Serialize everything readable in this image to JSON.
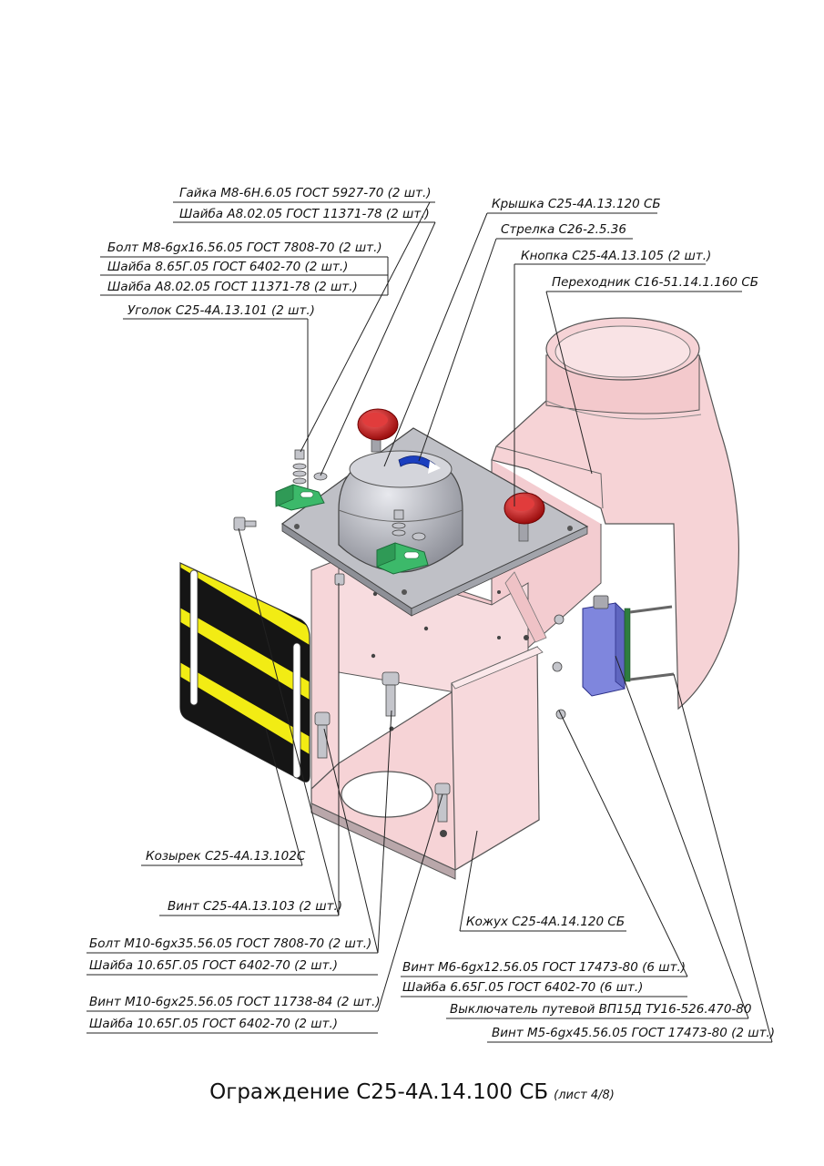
{
  "labels": {
    "gaika": "Гайка М8-6Н.6.05 ГОСТ 5927-70 (2 шт.)",
    "shaiba_a8_top": "Шайба А8.02.05 ГОСТ 11371-78 (2 шт.)",
    "bolt_m8": "Болт М8-6gх16.56.05 ГОСТ 7808-70 (2 шт.)",
    "shaiba_8": "Шайба 8.65Г.05 ГОСТ 6402-70 (2 шт.)",
    "shaiba_a8_bottom": "Шайба А8.02.05 ГОСТ 11371-78 (2 шт.)",
    "ugolok": "Уголок С25-4А.13.101 (2 шт.)",
    "kryshka": "Крышка С25-4А.13.120 СБ",
    "strelka": "Стрелка С26-2.5.36",
    "knopka": "Кнопка С25-4А.13.105 (2 шт.)",
    "perekhodnik": "Переходник С16-51.14.1.160 СБ",
    "kozyrek": "Козырек С25-4А.13.102С",
    "vint_103": "Винт С25-4А.13.103 (2 шт.)",
    "kozhukh": "Кожух С25-4А.14.120 СБ",
    "bolt_m10": "Болт М10-6gх35.56.05 ГОСТ 7808-70 (2 шт.)",
    "shaiba_10_a": "Шайба 10.65Г.05 ГОСТ 6402-70 (2 шт.)",
    "vint_m10": "Винт М10-6gх25.56.05 ГОСТ 11738-84 (2 шт.)",
    "shaiba_10_b": "Шайба 10.65Г.05 ГОСТ 6402-70 (2 шт.)",
    "vint_m6": "Винт М6-6gх12.56.05 ГОСТ 17473-80 (6 шт.)",
    "shaiba_6": "Шайба 6.65Г.05 ГОСТ 6402-70 (6 шт.)",
    "vykluchatel": "Выключатель путевой ВП15Д ТУ16-526.470-80",
    "vint_m5": "Винт М5-6gх45.56.05 ГОСТ 17473-80 (2 шт.)"
  },
  "title": {
    "main": "Ограждение С25-4А.14.100 СБ",
    "sheet": "(лист 4/8)"
  },
  "colors": {
    "housing_pink": "#f6d3d6",
    "plate_gray": "#bcbdc3",
    "bracket_green": "#3cb96a",
    "button_red": "#c81818",
    "switch_blue": "#7f86dd",
    "stripe_yellow": "#f2ec14",
    "stripe_black": "#151515"
  }
}
